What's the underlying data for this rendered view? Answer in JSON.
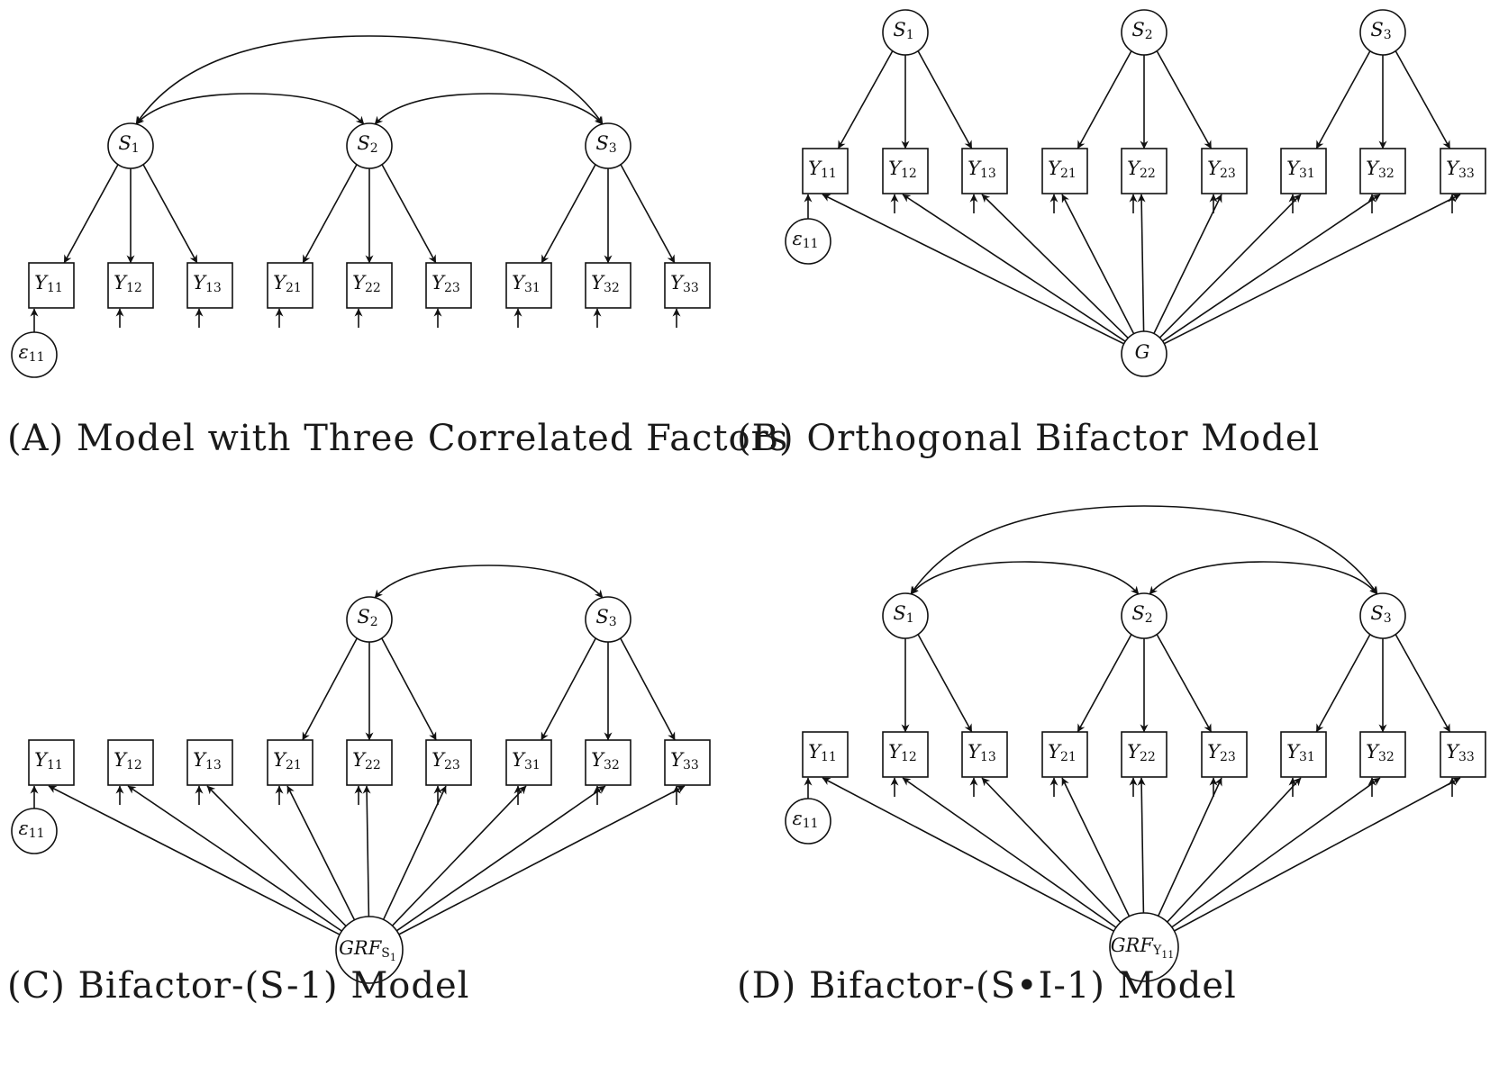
{
  "panels": [
    {
      "id": "A",
      "caption": "(A) Model with Three Correlated Factors",
      "factors": [
        {
          "main": "S",
          "sub": "1"
        },
        {
          "main": "S",
          "sub": "2"
        },
        {
          "main": "S",
          "sub": "3"
        }
      ],
      "indicators": [
        {
          "main": "Y",
          "sub": "11"
        },
        {
          "main": "Y",
          "sub": "12"
        },
        {
          "main": "Y",
          "sub": "13"
        },
        {
          "main": "Y",
          "sub": "21"
        },
        {
          "main": "Y",
          "sub": "22"
        },
        {
          "main": "Y",
          "sub": "23"
        },
        {
          "main": "Y",
          "sub": "31"
        },
        {
          "main": "Y",
          "sub": "32"
        },
        {
          "main": "Y",
          "sub": "33"
        }
      ],
      "error": {
        "main": "ε",
        "sub": "11"
      },
      "general": null
    },
    {
      "id": "B",
      "caption": "(B) Orthogonal Bifactor Model",
      "factors": [
        {
          "main": "S",
          "sub": "1"
        },
        {
          "main": "S",
          "sub": "2"
        },
        {
          "main": "S",
          "sub": "3"
        }
      ],
      "indicators": [
        {
          "main": "Y",
          "sub": "11"
        },
        {
          "main": "Y",
          "sub": "12"
        },
        {
          "main": "Y",
          "sub": "13"
        },
        {
          "main": "Y",
          "sub": "21"
        },
        {
          "main": "Y",
          "sub": "22"
        },
        {
          "main": "Y",
          "sub": "23"
        },
        {
          "main": "Y",
          "sub": "31"
        },
        {
          "main": "Y",
          "sub": "32"
        },
        {
          "main": "Y",
          "sub": "33"
        }
      ],
      "error": {
        "main": "ε",
        "sub": "11"
      },
      "general": {
        "main": "G",
        "sub": "",
        "subsub": ""
      }
    },
    {
      "id": "C",
      "caption": "(C) Bifactor-(S-1) Model",
      "factors": [
        {
          "main": "S",
          "sub": "2"
        },
        {
          "main": "S",
          "sub": "3"
        }
      ],
      "indicators": [
        {
          "main": "Y",
          "sub": "11"
        },
        {
          "main": "Y",
          "sub": "12"
        },
        {
          "main": "Y",
          "sub": "13"
        },
        {
          "main": "Y",
          "sub": "21"
        },
        {
          "main": "Y",
          "sub": "22"
        },
        {
          "main": "Y",
          "sub": "23"
        },
        {
          "main": "Y",
          "sub": "31"
        },
        {
          "main": "Y",
          "sub": "32"
        },
        {
          "main": "Y",
          "sub": "33"
        }
      ],
      "error": {
        "main": "ε",
        "sub": "11"
      },
      "general": {
        "main": "GRF",
        "sub": "S",
        "subsub": "1"
      }
    },
    {
      "id": "D",
      "caption": "(D) Bifactor-(S•I-1) Model",
      "factors": [
        {
          "main": "S",
          "sub": "1"
        },
        {
          "main": "S",
          "sub": "2"
        },
        {
          "main": "S",
          "sub": "3"
        }
      ],
      "indicators": [
        {
          "main": "Y",
          "sub": "11"
        },
        {
          "main": "Y",
          "sub": "12"
        },
        {
          "main": "Y",
          "sub": "13"
        },
        {
          "main": "Y",
          "sub": "21"
        },
        {
          "main": "Y",
          "sub": "22"
        },
        {
          "main": "Y",
          "sub": "23"
        },
        {
          "main": "Y",
          "sub": "31"
        },
        {
          "main": "Y",
          "sub": "32"
        },
        {
          "main": "Y",
          "sub": "33"
        }
      ],
      "error": {
        "main": "ε",
        "sub": "11"
      },
      "general": {
        "main": "GRF",
        "sub": "Y",
        "subsub": "11"
      }
    }
  ]
}
